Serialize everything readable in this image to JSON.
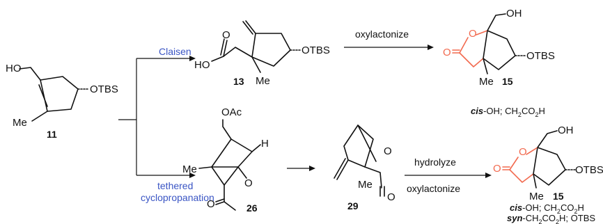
{
  "colors": {
    "route_label": "#3a55c4",
    "lactone_highlight": "#f26a4f",
    "ink": "#111111"
  },
  "start": {
    "ho": "HO",
    "otbs": "OTBS",
    "me": "Me",
    "number": "11"
  },
  "routes": {
    "claisen": "Claisen",
    "tethered_line1": "tethered",
    "tethered_line2": "cyclopropanation"
  },
  "c13": {
    "ho": "HO",
    "o": "O",
    "otbs": "OTBS",
    "me": "Me",
    "number": "13"
  },
  "c26": {
    "oac": "OAc",
    "h": "H",
    "me": "Me",
    "o_ring": "O",
    "o_carbonyl": "O",
    "number": "26"
  },
  "c29": {
    "o_ring": "O",
    "o_carbonyl": "O",
    "me": "Me",
    "number": "29"
  },
  "reagents": {
    "oxylactonize_top": "oxylactonize",
    "hydrolyze": "hydrolyze",
    "oxylactonize_bottom": "oxylactonize"
  },
  "p15_top": {
    "o_ring": "O",
    "o_carbonyl": "O",
    "oh": "OH",
    "otbs": "OTBS",
    "me": "Me",
    "number": "15",
    "note": {
      "cis": "cis",
      "rest": "-OH; CH",
      "sub2": "2",
      "co": "CO",
      "sub2b": "2",
      "h": "H"
    }
  },
  "p15_bottom": {
    "o_ring": "O",
    "o_carbonyl": "O",
    "oh": "OH",
    "otbs": "OTBS",
    "me": "Me",
    "number": "15",
    "note1": {
      "cis": "cis",
      "rest": "-OH; CH",
      "sub2": "2",
      "co": "CO",
      "sub2b": "2",
      "h": "H"
    },
    "note2": {
      "syn": "syn",
      "rest": "-CH",
      "sub2": "2",
      "co": "CO",
      "sub2b": "2",
      "tail": "H; OTBS"
    }
  }
}
